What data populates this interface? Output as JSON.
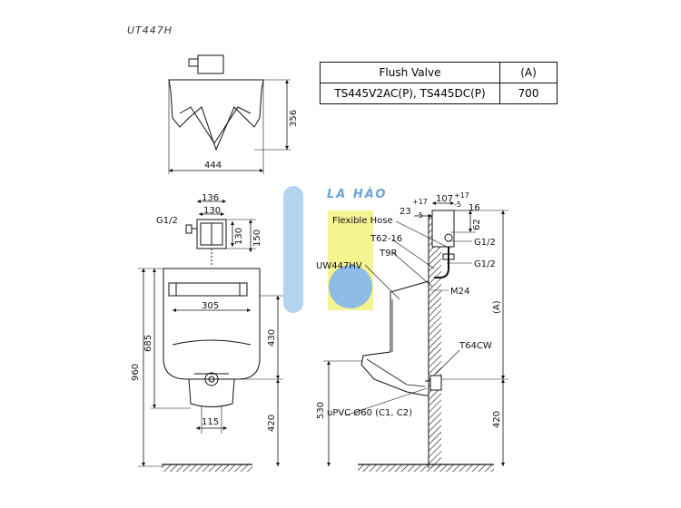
{
  "model": "UT447H",
  "table": {
    "headers": [
      "Flush Valve",
      "(A)"
    ],
    "rows": [
      [
        "TS445V2AC(P), TS445DC(P)",
        "700"
      ]
    ]
  },
  "watermark": "LA HÀO",
  "top_view": {
    "width": "444",
    "depth": "356"
  },
  "front_view": {
    "valve_width_outer": "136",
    "valve_width_inner": "130",
    "valve_height_inner": "130",
    "valve_height_outer": "150",
    "inlet_size": "G1/2",
    "bowl_width": "305",
    "total_height": "960",
    "body_height": "685",
    "lower_height": "430",
    "floor_height": "420",
    "outlet_width": "115"
  },
  "side_view": {
    "dim_23": "23",
    "tol_23_up": "+17",
    "tol_23_down": "-5",
    "dim_107": "107",
    "tol_107_up": "+17",
    "tol_107_down": "-5",
    "dim_16": "16",
    "dim_62": "62",
    "label_flexible_hose": "Flexible Hose",
    "label_t62": "T62-16",
    "label_t9r": "T9R",
    "label_g12_a": "G1/2",
    "label_g12_b": "G1/2",
    "label_uw447hv": "UW447HV",
    "label_m24": "M24",
    "label_a": "(A)",
    "label_t64cw": "T64CW",
    "dim_530": "530",
    "label_upvc": "uPVC Ø60 (C1, C2)",
    "dim_420": "420"
  }
}
